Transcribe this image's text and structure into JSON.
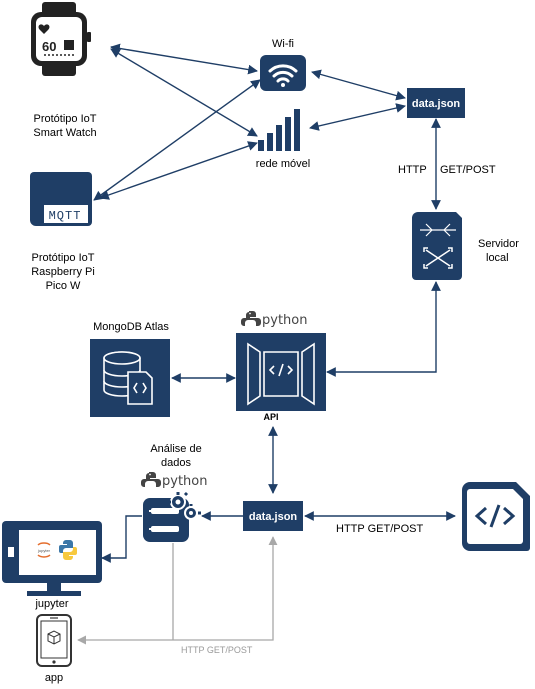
{
  "colors": {
    "node": "#1f3e66",
    "arrow": "#1f3e66",
    "gray_arrow": "#a8a8a8",
    "python_gray": "#444444"
  },
  "nodes": {
    "smartwatch": {
      "label_line1": "Protótipo IoT",
      "label_line2": "Smart Watch",
      "screen_value": "60"
    },
    "mqtt": {
      "label_line1": "Protótipo IoT",
      "label_line2": "Raspberry Pi",
      "label_line3": "Pico W",
      "logo_text": "MQTT"
    },
    "wifi": {
      "label": "Wi-fi"
    },
    "mobile": {
      "label": "rede móvel"
    },
    "data_json_top": {
      "label": "data.json"
    },
    "server": {
      "label_line1": "Servidor",
      "label_line2": "local"
    },
    "mongodb": {
      "label": "MongoDB Atlas"
    },
    "api": {
      "label": "API",
      "python_text": "python"
    },
    "analysis": {
      "label_line1": "Análise de",
      "label_line2": "dados",
      "python_text": "python"
    },
    "data_json_bottom": {
      "label": "data.json"
    },
    "code_doc": {},
    "jupyter": {
      "label": "jupyter"
    },
    "app": {
      "label": "app"
    }
  },
  "edges": {
    "http_top": {
      "label_left": "HTTP",
      "label_right": "GET/POST"
    },
    "http_bottom": {
      "label": "HTTP GET/POST"
    },
    "http_gray": {
      "label": "HTTP GET/POST"
    }
  }
}
